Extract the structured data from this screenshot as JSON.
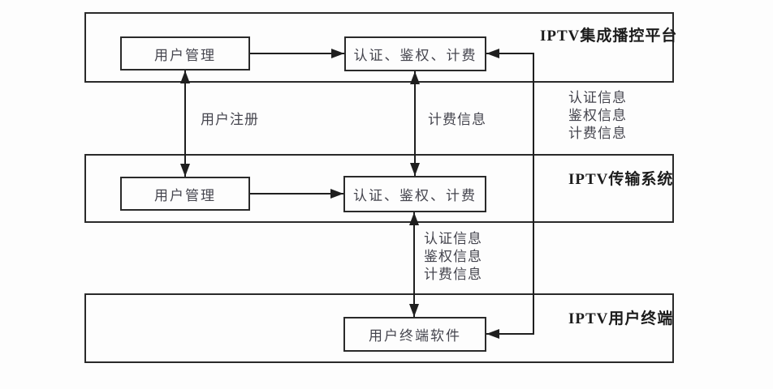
{
  "diagram": {
    "containers": [
      {
        "id": "platform",
        "label": "IPTV集成播控平台"
      },
      {
        "id": "transport",
        "label": "IPTV传输系统"
      },
      {
        "id": "terminal",
        "label": "IPTV用户终端"
      }
    ],
    "nodes": {
      "user_mgmt_top": "用户管理",
      "auth_top": "认证、鉴权、计费",
      "user_mgmt_mid": "用户管理",
      "auth_mid": "认证、鉴权、计费",
      "terminal_software": "用户终端软件"
    },
    "edge_labels": {
      "user_register": "用户注册",
      "billing_info": "计费信息",
      "right_info": {
        "lines": [
          "认证信息",
          "鉴权信息",
          "计费信息"
        ]
      },
      "mid_info": {
        "lines": [
          "认证信息",
          "鉴权信息",
          "计费信息"
        ]
      }
    },
    "colors": {
      "line": "#1f1f1f",
      "text": "#45454e",
      "background": "#fdfdfd"
    }
  }
}
